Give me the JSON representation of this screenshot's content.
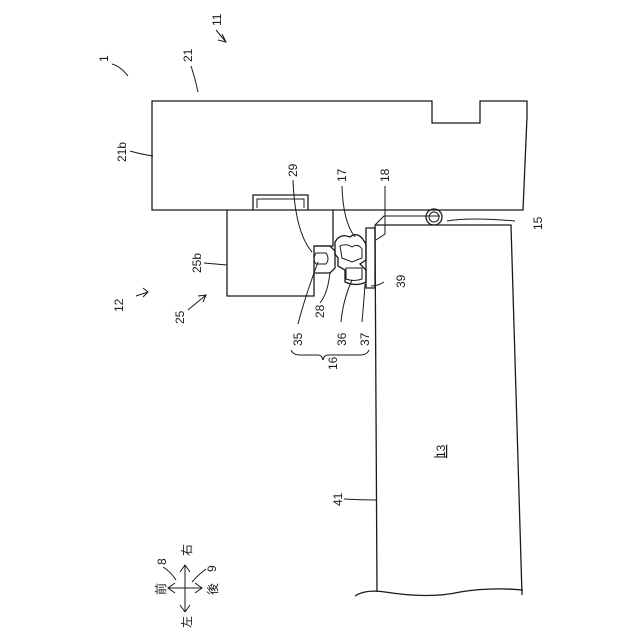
{
  "figure": {
    "reference_numerals": {
      "r1": "1",
      "r11": "11",
      "r21": "21",
      "r21b": "21b",
      "r29": "29",
      "r17": "17",
      "r18": "18",
      "r15": "15",
      "r25b": "25b",
      "r12": "12",
      "r25": "25",
      "r28": "28",
      "r39": "39",
      "r35": "35",
      "r36": "36",
      "r37": "37",
      "r16": "16",
      "r13": "13",
      "r41": "41",
      "r8": "8",
      "r9": "9"
    },
    "direction_legend": {
      "right": "右",
      "left": "左",
      "front": "前",
      "rear": "後"
    }
  }
}
